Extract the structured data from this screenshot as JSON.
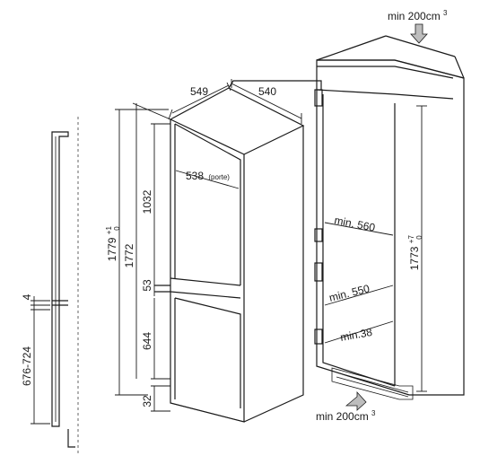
{
  "diagram": {
    "labels": {
      "vent_top": "min 200cm",
      "vent_top_sup": "3",
      "vent_bottom": "min 200cm",
      "vent_bottom_sup": "3",
      "depth": "549",
      "width": "540",
      "door_width": "538",
      "door_width_note": "(porte)",
      "upper_door": "1032",
      "gap": "53",
      "lower_door": "644",
      "base": "32",
      "total_height": "1772",
      "niche_height_left": "1779",
      "niche_height_left_tol": "+1",
      "niche_height_left_tol2": "0",
      "niche_height_right": "1773",
      "niche_height_right_tol": "+7",
      "niche_height_right_tol2": "0",
      "niche_width": "min. 560",
      "niche_depth": "min. 550",
      "rear_gap": "min.38",
      "side_top": "4",
      "side_range": "676-724"
    }
  }
}
